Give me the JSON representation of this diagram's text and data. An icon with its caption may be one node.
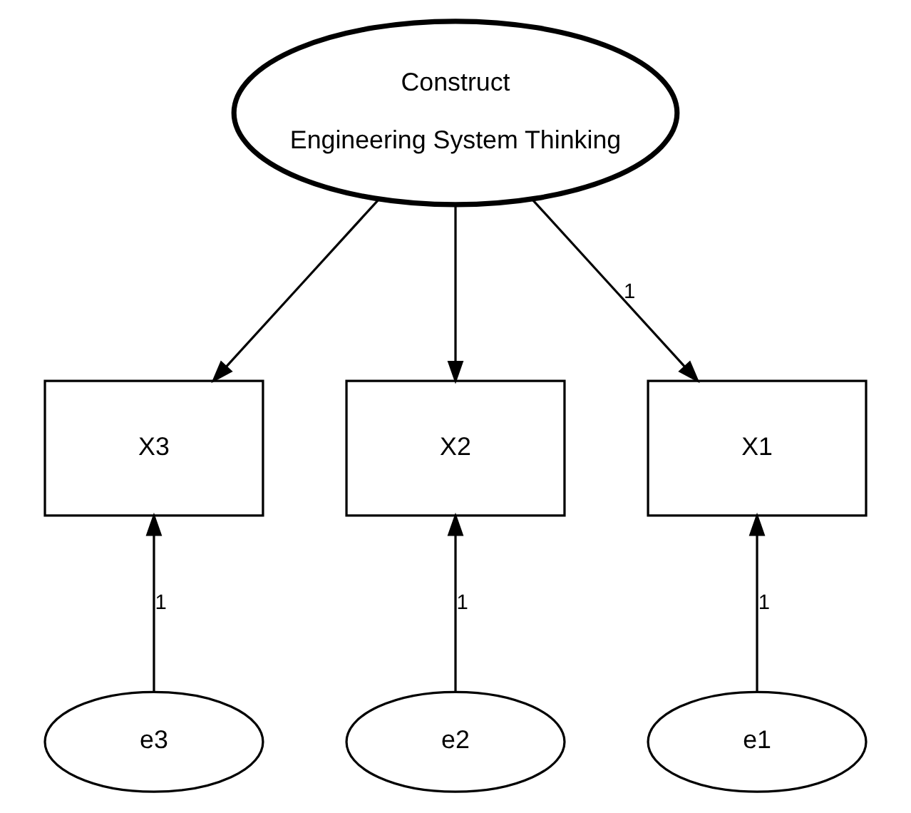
{
  "diagram": {
    "nodes": [
      {
        "text": [
          "Construct",
          "Engineering System Thinking"
        ]
      },
      {
        "text": [
          "X3"
        ]
      },
      {
        "text": [
          "X2"
        ]
      },
      {
        "text": [
          "X1"
        ]
      },
      {
        "text": [
          "e3"
        ]
      },
      {
        "text": [
          "e2"
        ]
      },
      {
        "text": [
          "e1"
        ]
      }
    ],
    "edges": [
      {
        "from": 0,
        "to": 1,
        "arrow": "to"
      },
      {
        "from": 0,
        "to": 2,
        "arrow": "to"
      },
      {
        "from": 0,
        "to": 3,
        "arrow": "to",
        "label": "1"
      },
      {
        "from": 4,
        "to": 1,
        "arrow": "to",
        "label": "1"
      },
      {
        "from": 5,
        "to": 2,
        "arrow": "to",
        "label": "1"
      },
      {
        "from": 6,
        "to": 3,
        "arrow": "to",
        "label": "1"
      }
    ]
  }
}
